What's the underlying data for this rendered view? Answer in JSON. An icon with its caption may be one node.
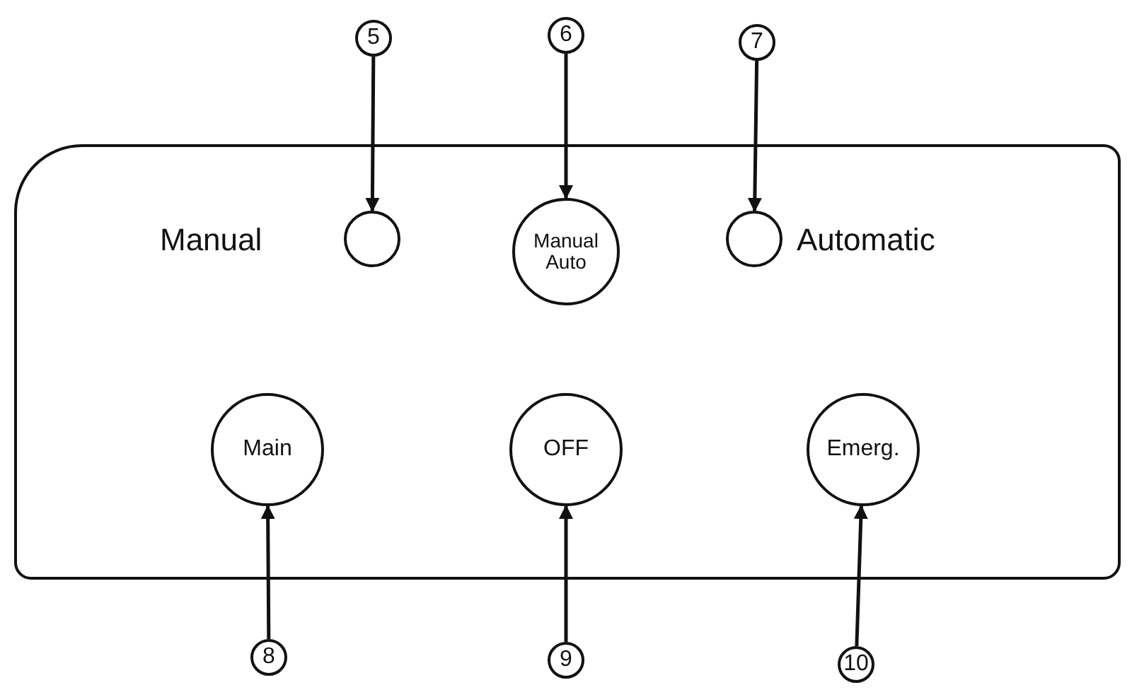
{
  "diagram": {
    "nodes": [
      {
        "text": [
          "5"
        ]
      },
      {
        "text": [
          "6"
        ]
      },
      {
        "text": [
          "7"
        ]
      },
      {
        "text": [],
        "shape": "box"
      },
      {
        "text": [],
        "shape": "circle",
        "in": 3,
        "beside": [
          "Manual"
        ]
      },
      {
        "text": [
          "Manual Auto"
        ],
        "in": 3
      },
      {
        "text": [],
        "shape": "circle",
        "in": 3,
        "beside": [
          "Automatic"
        ]
      },
      {
        "text": [
          "Main"
        ],
        "in": 3
      },
      {
        "text": [
          "OFF"
        ],
        "in": 3
      },
      {
        "text": [
          "Emerg."
        ],
        "in": 3
      },
      {
        "text": [
          "8"
        ]
      },
      {
        "text": [
          "9"
        ]
      },
      {
        "text": [
          "10"
        ]
      }
    ],
    "edges": [
      {
        "from": 0,
        "to": 4,
        "arrow": "to"
      },
      {
        "from": 1,
        "to": 5,
        "arrow": "to"
      },
      {
        "from": 2,
        "to": 6,
        "arrow": "to"
      },
      {
        "from": 10,
        "to": 7,
        "arrow": "to"
      },
      {
        "from": 11,
        "to": 8,
        "arrow": "to"
      },
      {
        "from": 12,
        "to": 9,
        "arrow": "to"
      }
    ]
  }
}
